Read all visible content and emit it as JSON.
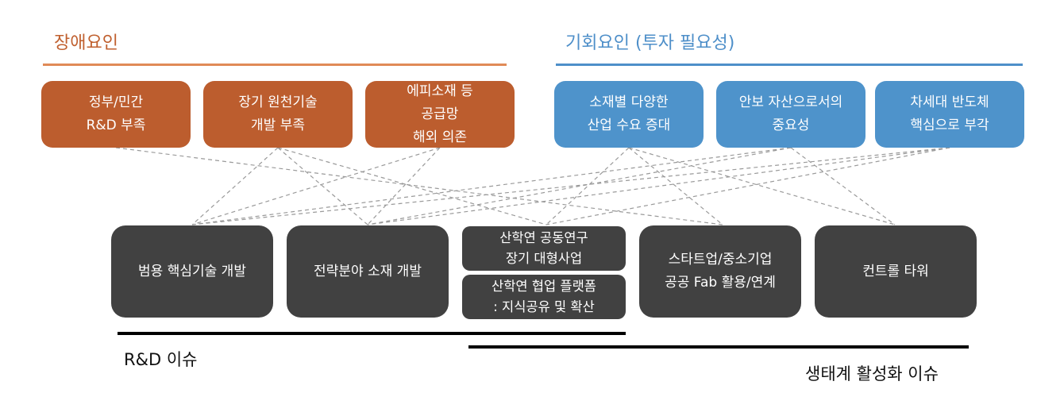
{
  "barrier": {
    "heading": "장애요인",
    "color": "#BC5D2E",
    "boxes": [
      {
        "lines": [
          "정부/민간",
          "R&D 부족"
        ]
      },
      {
        "lines": [
          "장기 원천기술",
          "개발 부족"
        ]
      },
      {
        "lines": [
          "에피소재 등",
          "공급망",
          "해외 의존"
        ]
      }
    ]
  },
  "opportunity": {
    "heading": "기회요인 (투자 필요성)",
    "color": "#4E93CB",
    "boxes": [
      {
        "lines": [
          "소재별 다양한",
          "산업 수요 증대"
        ]
      },
      {
        "lines": [
          "안보 자산으로서의",
          "중요성"
        ]
      },
      {
        "lines": [
          "차세대 반도체",
          "핵심으로 부각"
        ]
      }
    ]
  },
  "actions": {
    "color": "#414141",
    "items": [
      {
        "lines": [
          "범용 핵심기술 개발"
        ]
      },
      {
        "lines": [
          "전략분야 소재 개발"
        ]
      },
      {
        "lines": [
          "산학연 공동연구",
          "장기 대형사업"
        ]
      },
      {
        "lines": [
          "산학연 협업 플랫폼",
          ": 지식공유 및 확산"
        ]
      },
      {
        "lines": [
          "스타트업/중소기업",
          "공공 Fab 활용/연계"
        ]
      },
      {
        "lines": [
          "컨트롤 타워"
        ]
      }
    ]
  },
  "issues": {
    "rd": "R&D 이슈",
    "ecosystem": "생태계 활성화 이슈"
  }
}
